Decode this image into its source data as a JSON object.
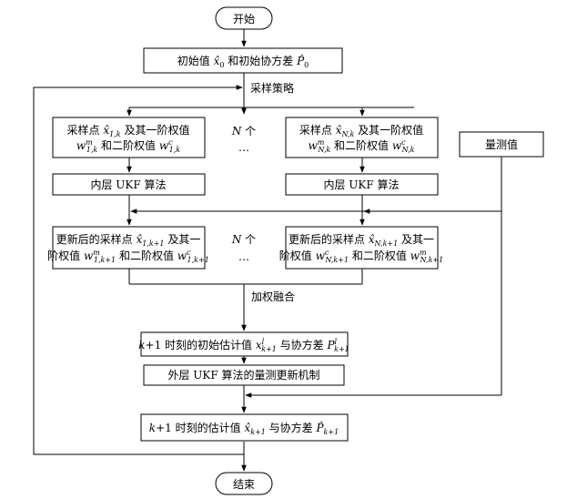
{
  "nodes": {
    "start": "开始",
    "init": [
      "初始值 ",
      "x̂",
      "0",
      " 和初始协方差 ",
      "P̂",
      "0"
    ],
    "strategy": "采样策略",
    "sample1": {
      "line1": [
        "采样点 ",
        "x̂",
        "1,k",
        " 及其一阶权值"
      ],
      "line2": [
        "w",
        "m",
        "1,k",
        " 和二阶权值 ",
        "w",
        "c",
        "1,k"
      ]
    },
    "sampleN": {
      "line1": [
        "采样点 ",
        "x̂",
        "N,k",
        " 及其一阶权值"
      ],
      "line2": [
        "w",
        "m",
        "N,k",
        " 和二阶权值 ",
        "w",
        "c",
        "N,k"
      ]
    },
    "n_count_1": "N 个",
    "ellipsis_1": "…",
    "inner1": "内层 UKF 算法",
    "innerN": "内层 UKF 算法",
    "measure": "量测值",
    "update1": {
      "line1": [
        "更新后的采样点 ",
        "x̂",
        "1,k+1",
        " 及其一"
      ],
      "line2": [
        "阶权值 ",
        "w",
        "m",
        "1,k+1",
        " 和二阶权值 ",
        "w",
        "c",
        "1,k+1"
      ]
    },
    "updateN": {
      "line1": [
        "更新后的采样点 ",
        "x̂",
        "N,k+1",
        " 及其一"
      ],
      "line2": [
        "阶权值 ",
        "w",
        "c",
        "N,k+1",
        " 和二阶权值 ",
        "w",
        "m",
        "N,k+1"
      ]
    },
    "n_count_2": "N 个",
    "ellipsis_2": "…",
    "fusion": "加权融合",
    "initk1": [
      "k",
      "+1 时刻的初始估计值 ",
      "x",
      "l",
      "k+1",
      " 与协方差 ",
      "P",
      "l",
      "k+1"
    ],
    "outer": "外层 UKF 算法的量测更新机制",
    "final": [
      "k",
      "+1 时刻的估计值 ",
      "x̂",
      "k+1",
      " 与协方差 ",
      "P̂",
      "k+1"
    ],
    "end": "结束"
  }
}
